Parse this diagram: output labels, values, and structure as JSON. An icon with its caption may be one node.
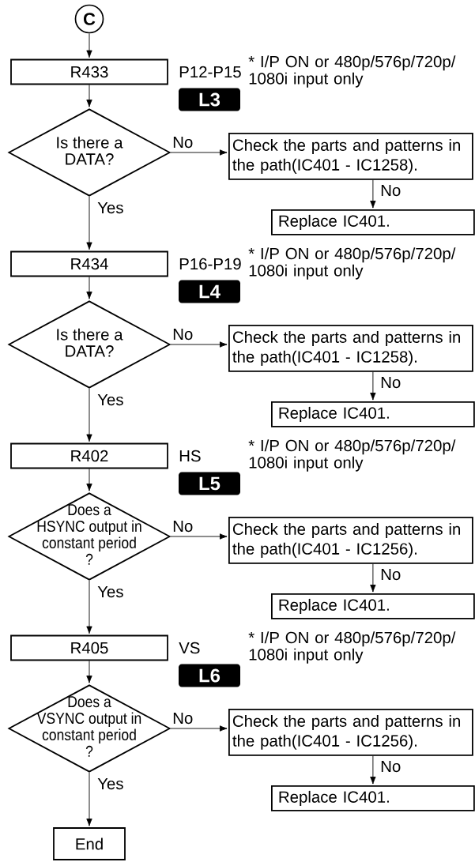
{
  "diagram": {
    "nodes": [
      {
        "text": [
          "C"
        ]
      },
      {
        "text": [
          "R433"
        ],
        "beside": [
          "P12-P15"
        ]
      },
      {
        "text": [
          "L3"
        ]
      },
      {
        "text": [
          "Is there a DATA?"
        ]
      },
      {
        "text": [
          "Check the parts and patterns in the path(IC401 - IC1258)."
        ]
      },
      {
        "text": [
          "Replace IC401."
        ]
      },
      {
        "text": [
          "R434"
        ],
        "beside": [
          "P16-P19"
        ]
      },
      {
        "text": [
          "L4"
        ]
      },
      {
        "text": [
          "Is there a DATA?"
        ]
      },
      {
        "text": [
          "Check the parts and patterns in the path(IC401 - IC1258)."
        ]
      },
      {
        "text": [
          "Replace IC401."
        ]
      },
      {
        "text": [
          "R402"
        ],
        "beside": [
          "HS"
        ]
      },
      {
        "text": [
          "L5"
        ]
      },
      {
        "text": [
          "Does a HSYNC output in constant period ?"
        ]
      },
      {
        "text": [
          "Check the parts and patterns in the path(IC401 - IC1256)."
        ]
      },
      {
        "text": [
          "Replace IC401."
        ]
      },
      {
        "text": [
          "R405"
        ],
        "beside": [
          "VS"
        ]
      },
      {
        "text": [
          "L6"
        ]
      },
      {
        "text": [
          "Does a VSYNC output in constant period ?"
        ]
      },
      {
        "text": [
          "Check the parts and patterns in the path(IC401 - IC1256)."
        ]
      },
      {
        "text": [
          "Replace IC401."
        ]
      },
      {
        "text": [
          "End"
        ]
      }
    ],
    "edges": [
      {
        "from": 0,
        "to": 1,
        "arrow": "to"
      },
      {
        "from": 1,
        "to": 3,
        "arrow": "to"
      },
      {
        "from": 3,
        "to": 4,
        "arrow": "to",
        "label": "No"
      },
      {
        "from": 4,
        "to": 5,
        "arrow": "to",
        "label": "No"
      },
      {
        "from": 3,
        "to": 6,
        "arrow": "to",
        "label": "Yes"
      },
      {
        "from": 6,
        "to": 8,
        "arrow": "to"
      },
      {
        "from": 8,
        "to": 9,
        "arrow": "to",
        "label": "No"
      },
      {
        "from": 9,
        "to": 10,
        "arrow": "to",
        "label": "No"
      },
      {
        "from": 8,
        "to": 11,
        "arrow": "to",
        "label": "Yes"
      },
      {
        "from": 11,
        "to": 13,
        "arrow": "to"
      },
      {
        "from": 13,
        "to": 14,
        "arrow": "to",
        "label": "No"
      },
      {
        "from": 14,
        "to": 15,
        "arrow": "to",
        "label": "No"
      },
      {
        "from": 13,
        "to": 16,
        "arrow": "to",
        "label": "Yes"
      },
      {
        "from": 16,
        "to": 18,
        "arrow": "to"
      },
      {
        "from": 18,
        "to": 19,
        "arrow": "to",
        "label": "No"
      },
      {
        "from": 19,
        "to": 20,
        "arrow": "to",
        "label": "No"
      },
      {
        "from": 18,
        "to": 21,
        "arrow": "to",
        "label": "Yes"
      }
    ],
    "labels": [
      "* I/P ON or 480p/576p/720p/ 1080i input only",
      "* I/P ON or 480p/576p/720p/ 1080i input only",
      "* I/P ON or 480p/576p/720p/ 1080i input only",
      "* I/P ON or 480p/576p/720p/ 1080i input only"
    ]
  }
}
